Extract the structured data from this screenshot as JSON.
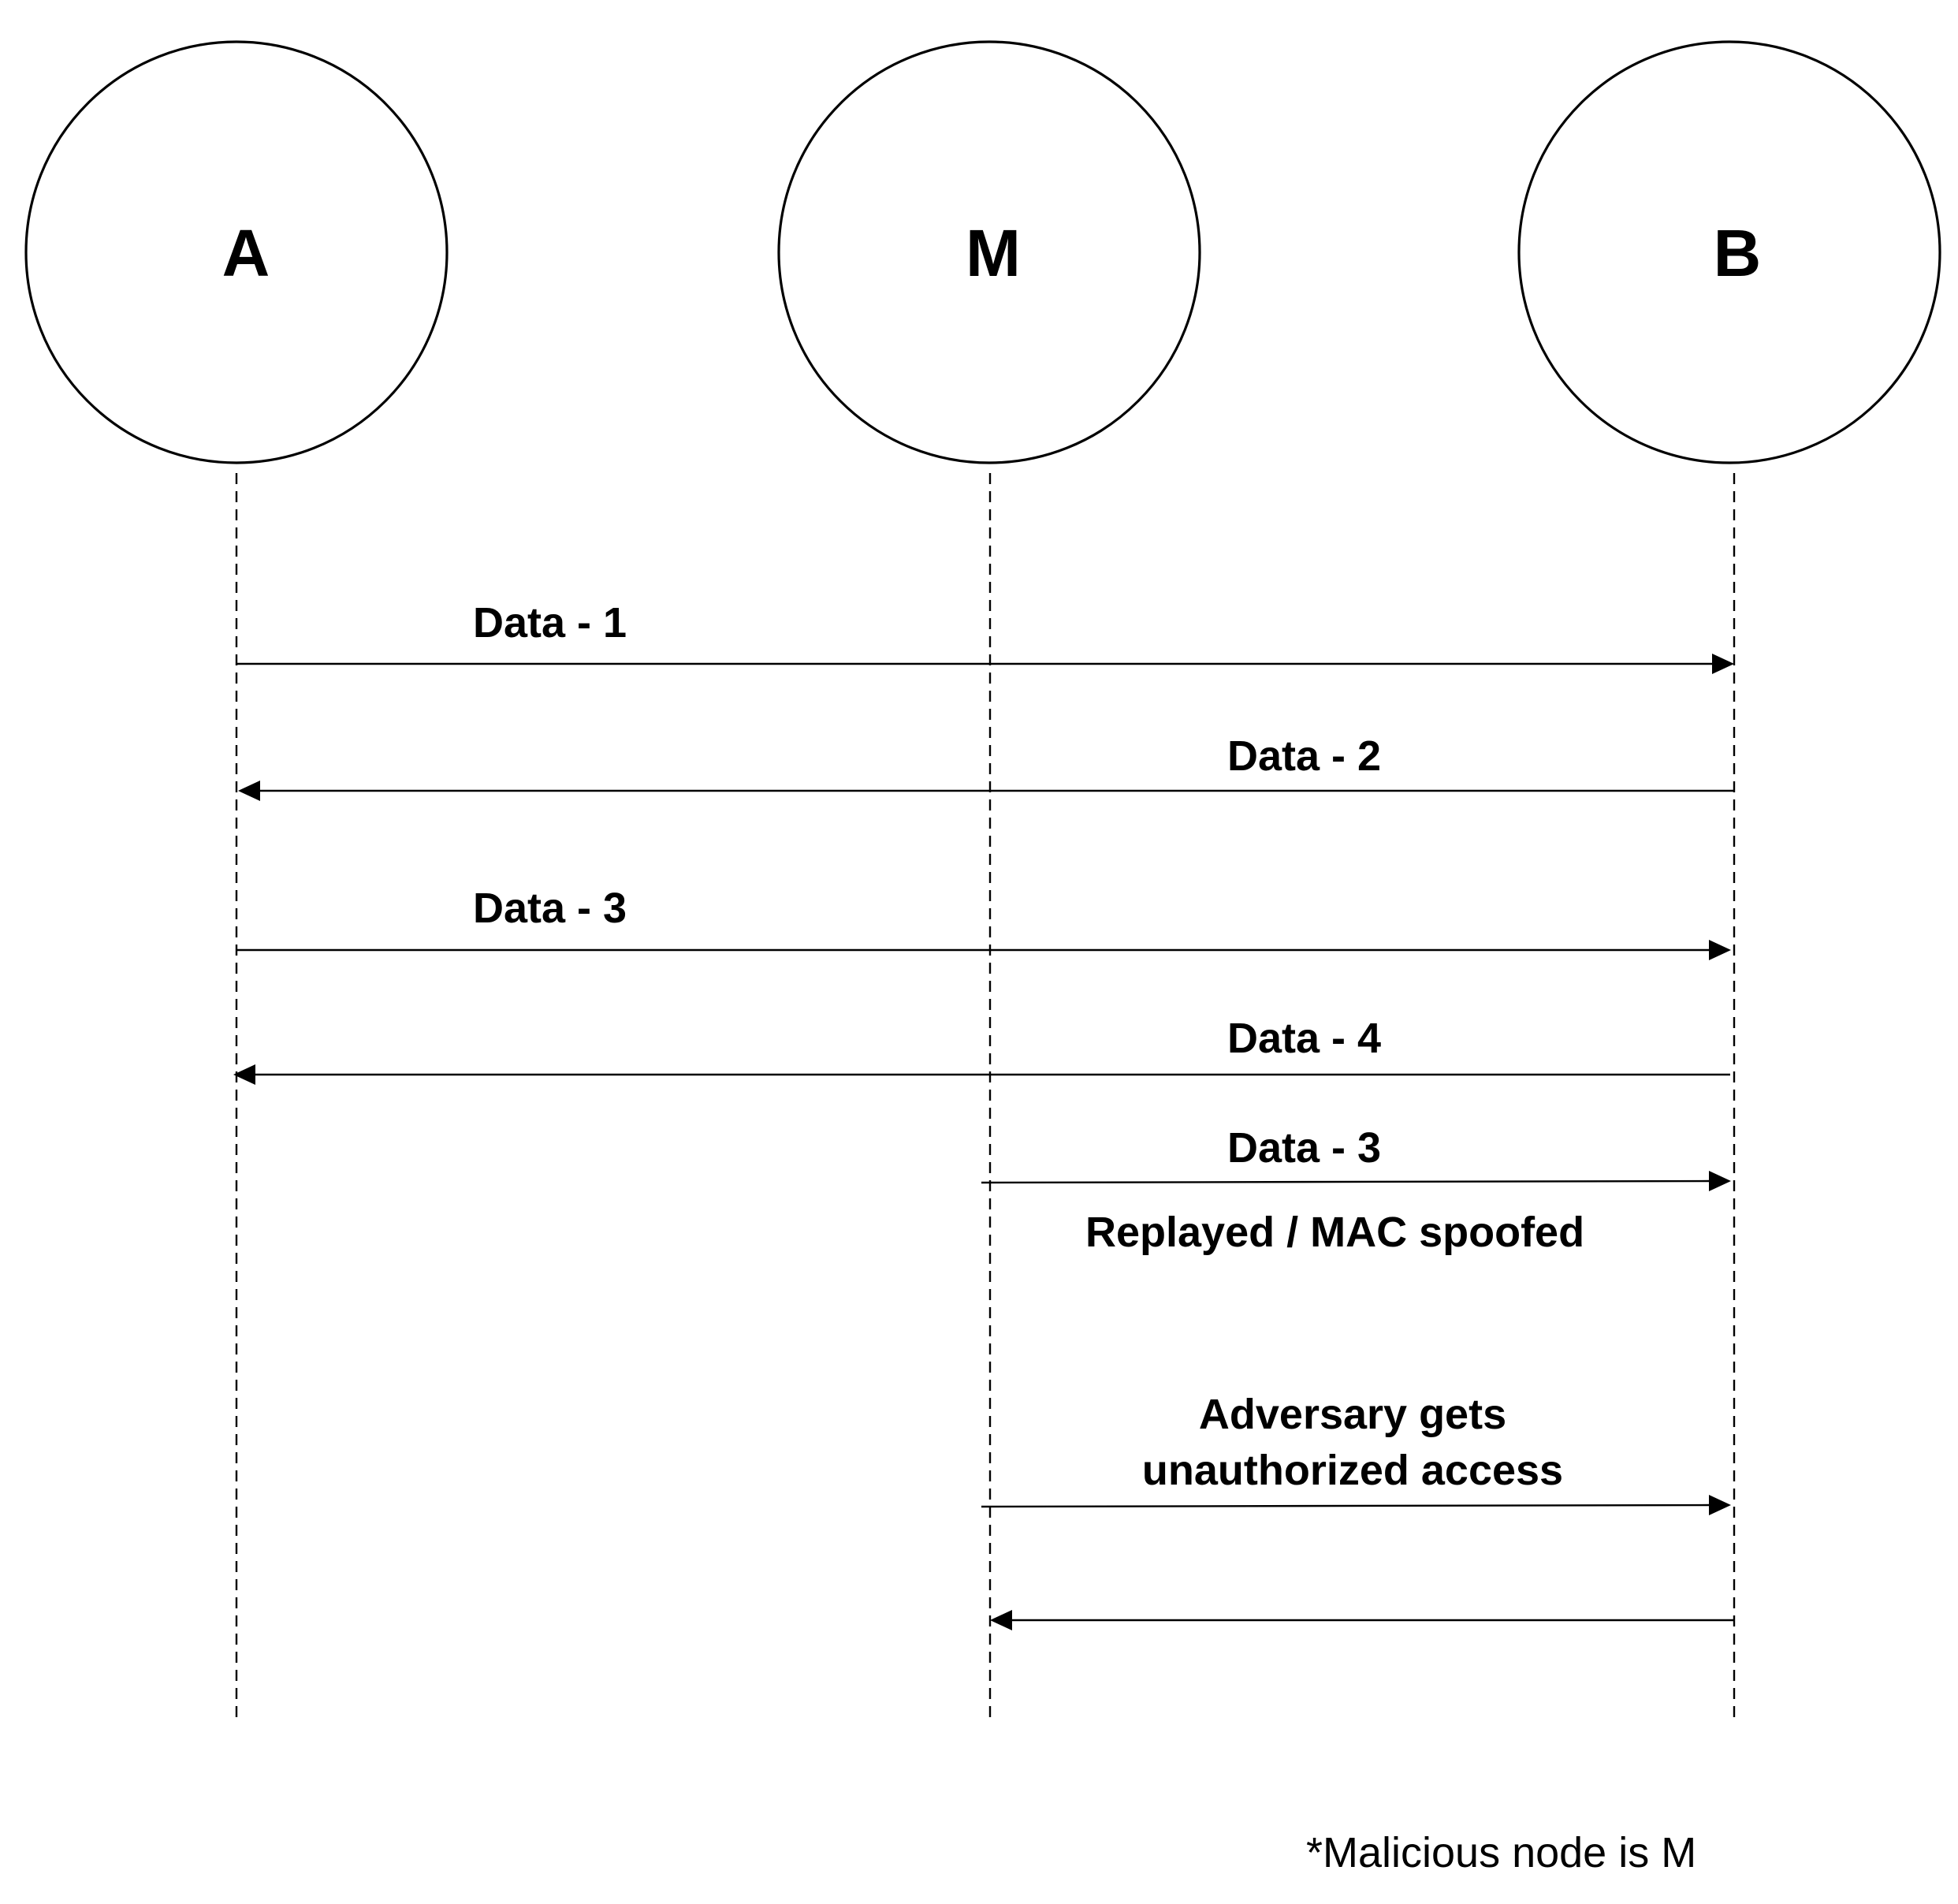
{
  "nodes": {
    "a": {
      "label": "A"
    },
    "m": {
      "label": "M"
    },
    "b": {
      "label": "B"
    }
  },
  "messages": [
    {
      "label": "Data - 1"
    },
    {
      "label": "Data - 2"
    },
    {
      "label": "Data - 3"
    },
    {
      "label": "Data - 4"
    },
    {
      "label": "Data - 3"
    },
    {
      "label": "Replayed / MAC spoofed"
    },
    {
      "label": "Adversary gets"
    },
    {
      "label": "unauthorized access"
    }
  ],
  "footnote": "*Malicious node is M"
}
